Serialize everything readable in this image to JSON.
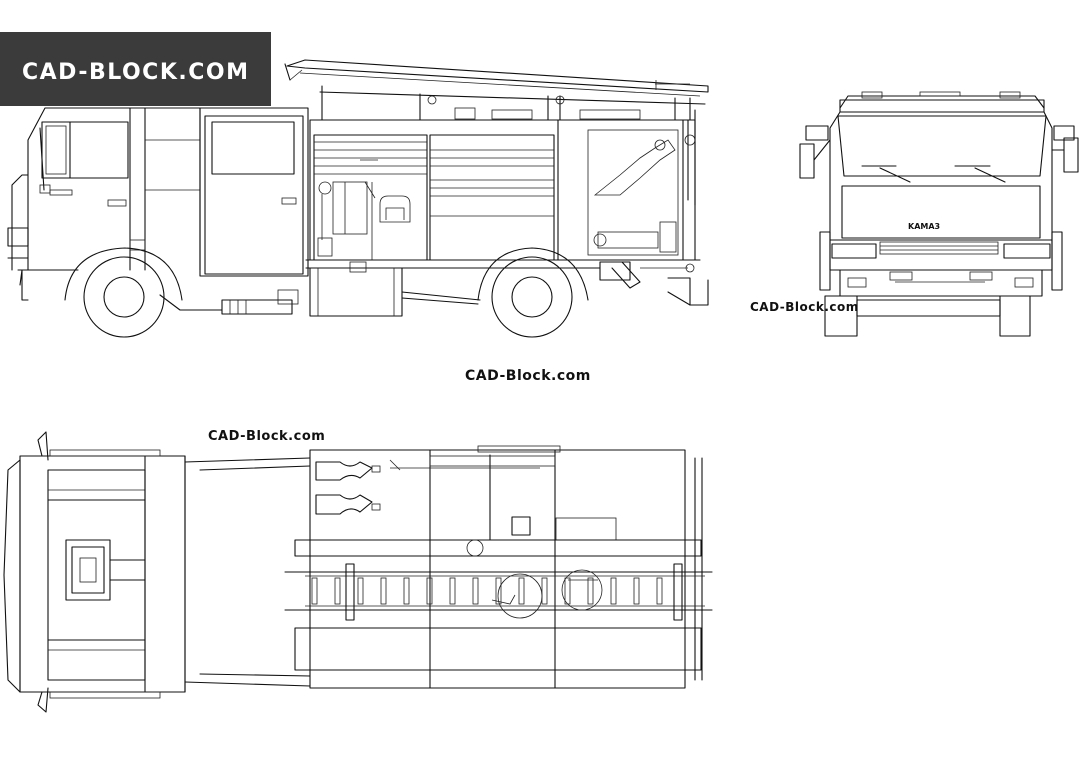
{
  "logo": {
    "text": "CAD-BLOCK.COM"
  },
  "watermarks": {
    "front_view": "CAD-Block.com",
    "side_view": "CAD-Block.com",
    "top_view": "CAD-Block.com"
  },
  "grille_badge": {
    "text": "KAMA3"
  },
  "colors": {
    "line": "#111111",
    "logo_background": "#3b3b3b",
    "logo_text": "#ffffff",
    "background": "#ffffff"
  }
}
